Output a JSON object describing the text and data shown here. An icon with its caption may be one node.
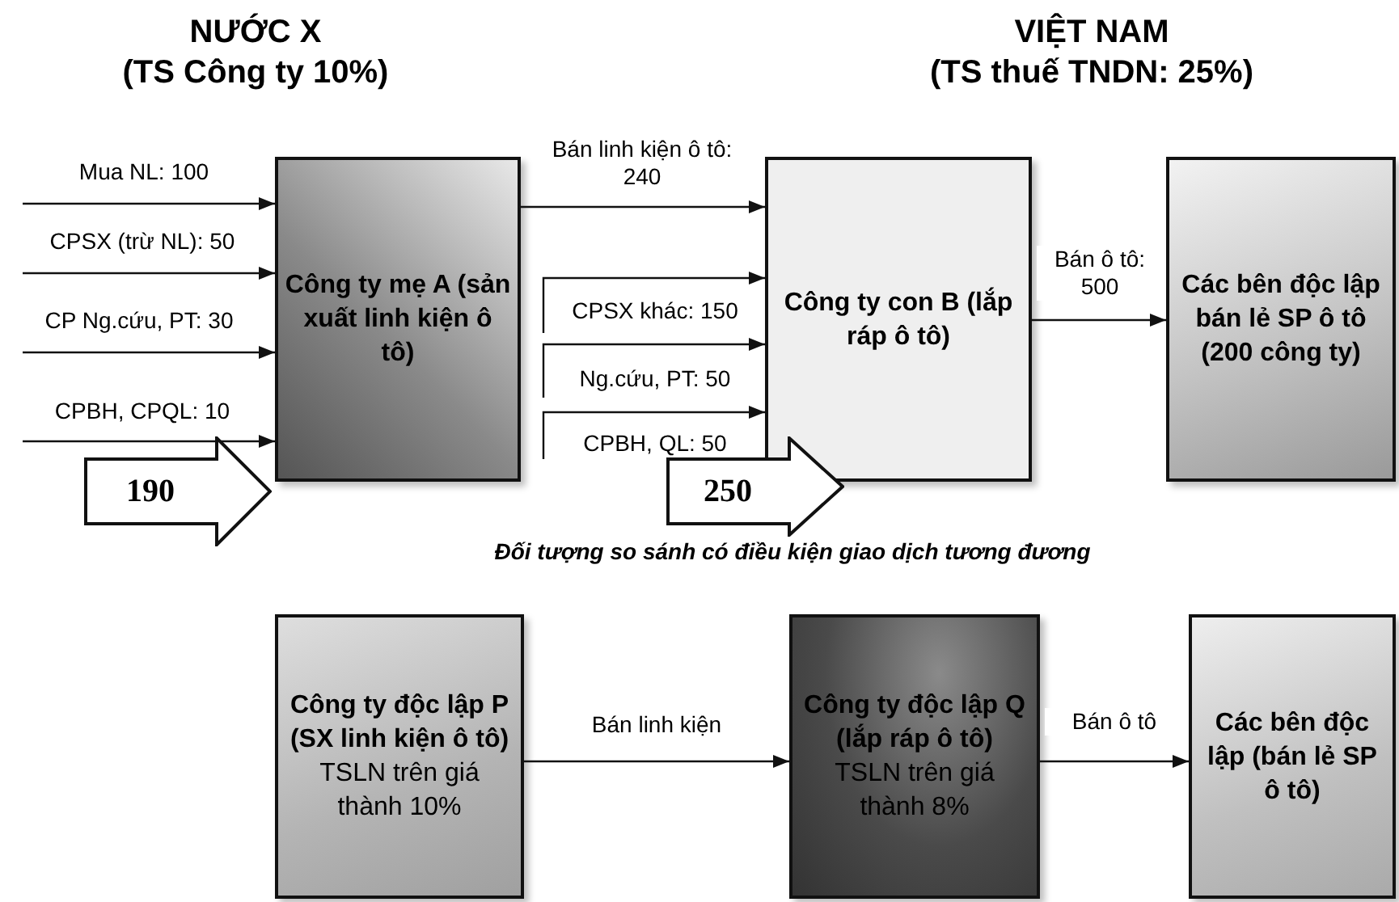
{
  "diagram": {
    "nodes": [
      {
        "text": [
          "Công ty mẹ A (sản xuất linh kiện ô tô)"
        ]
      },
      {
        "text": [
          "Công ty con B (lắp ráp ô tô)"
        ]
      },
      {
        "text": [
          "Các bên độc lập bán lẻ SP ô tô (200 công ty)"
        ]
      },
      {
        "text": [
          "Công ty độc lập P (SX linh kiện ô tô)",
          "TSLN trên giá thành 10%"
        ]
      },
      {
        "text": [
          "Công ty độc lập Q (lắp ráp ô tô)",
          "TSLN trên giá thành 8%"
        ]
      },
      {
        "text": [
          "Các bên độc lập (bán lẻ SP ô tô)"
        ]
      },
      {
        "text": [
          "190"
        ]
      },
      {
        "text": [
          "250"
        ]
      }
    ],
    "edges": [
      {
        "from": null,
        "to": 0,
        "arrow": "to",
        "label": "Mua NL: 100"
      },
      {
        "from": null,
        "to": 0,
        "arrow": "to",
        "label": "CPSX (trừ NL): 50"
      },
      {
        "from": null,
        "to": 0,
        "arrow": "to",
        "label": "CP Ng.cứu, PT: 30"
      },
      {
        "from": null,
        "to": 0,
        "arrow": "to",
        "label": "CPBH, CPQL: 10"
      },
      {
        "from": 0,
        "to": 1,
        "arrow": "to",
        "label": "Bán linh kiện ô tô: 240"
      },
      {
        "from": null,
        "to": 1,
        "arrow": "to",
        "label": "CPSX khác: 150"
      },
      {
        "from": null,
        "to": 1,
        "arrow": "to",
        "label": "Ng.cứu, PT: 50"
      },
      {
        "from": null,
        "to": 1,
        "arrow": "to",
        "label": "CPBH, QL: 50"
      },
      {
        "from": 1,
        "to": 2,
        "arrow": "to",
        "label": "Bán ô tô: 500"
      },
      {
        "from": 3,
        "to": 4,
        "arrow": "to",
        "label": "Bán linh kiện"
      },
      {
        "from": 4,
        "to": 5,
        "arrow": "to",
        "label": "Bán ô tô"
      }
    ],
    "labels": [
      "NƯỚC X",
      "(TS Công ty 10%)",
      "VIỆT NAM",
      "(TS thuế TNDN: 25%)",
      "Đối tượng so sánh có điều kiện giao dịch tương đương"
    ]
  }
}
